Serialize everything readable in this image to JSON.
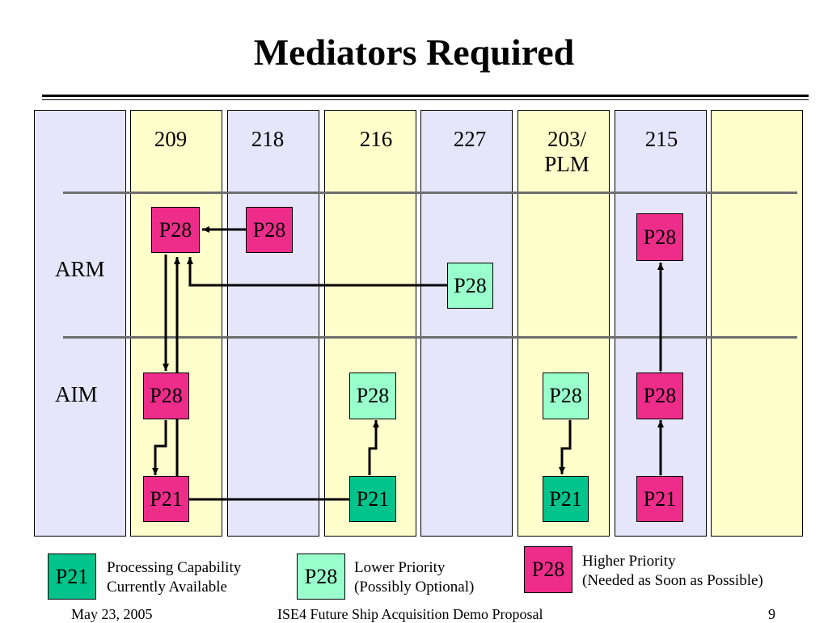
{
  "title": "Mediators Required",
  "columns": [
    "209",
    "218",
    "216",
    "227",
    "203/\nPLM",
    "215"
  ],
  "rows": [
    "ARM",
    "AIM"
  ],
  "colors": {
    "higher_priority": "#ee2d8b",
    "lower_priority": "#99ffcc",
    "available": "#00c48c",
    "column_blue": "#e6e6fa",
    "column_yellow": "#ffffcc"
  },
  "nodes": {
    "arm_209": "P28",
    "arm_218": "P28",
    "arm_227": "P28",
    "arm_215": "P28",
    "aim_209": "P28",
    "aim_216": "P28",
    "aim_203": "P28",
    "aim_215": "P28",
    "cap_209": "P21",
    "cap_216": "P21",
    "cap_203": "P21",
    "cap_215": "P21"
  },
  "legend": [
    {
      "code": "P21",
      "line1": "Processing Capability",
      "line2": "Currently Available"
    },
    {
      "code": "P28",
      "line1": "Lower Priority",
      "line2": "(Possibly Optional)"
    },
    {
      "code": "P28",
      "line1": "Higher Priority",
      "line2": "(Needed as Soon as Possible)"
    }
  ],
  "footer": {
    "date": "May 23, 2005",
    "center": "ISE4 Future Ship Acquisition Demo Proposal",
    "page": "9"
  }
}
